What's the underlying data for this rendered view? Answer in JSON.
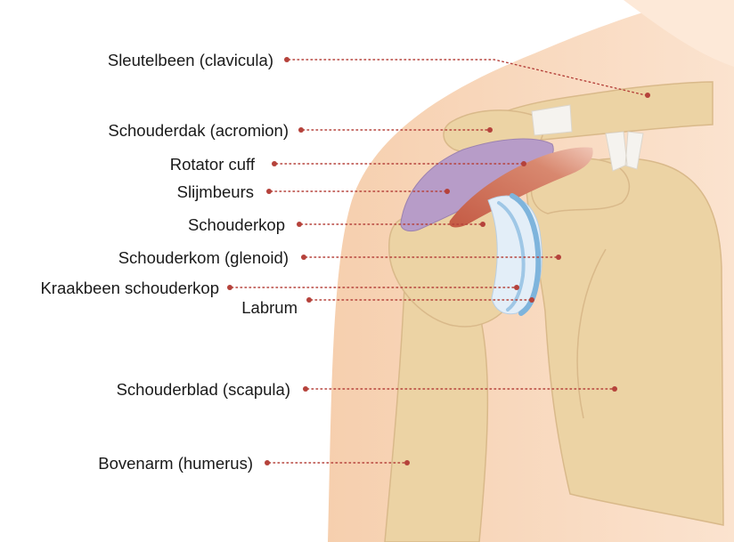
{
  "diagram": {
    "labels": [
      {
        "id": "clavicula",
        "text": "Sleutelbeen (clavicula)"
      },
      {
        "id": "acromion",
        "text": "Schouderdak (acromion)"
      },
      {
        "id": "rotator-cuff",
        "text": "Rotator cuff"
      },
      {
        "id": "slijmbeurs",
        "text": "Slijmbeurs"
      },
      {
        "id": "schouderkop",
        "text": "Schouderkop"
      },
      {
        "id": "schouderkom",
        "text": "Schouderkom (glenoid)"
      },
      {
        "id": "kraakbeen",
        "text": "Kraakbeen schouderkop"
      },
      {
        "id": "labrum",
        "text": "Labrum"
      },
      {
        "id": "scapula",
        "text": "Schouderblad (scapula)"
      },
      {
        "id": "humerus",
        "text": "Bovenarm (humerus)"
      }
    ],
    "colors": {
      "skin": "#f7d2b3",
      "bone": "#ecd3a4",
      "bone_edge": "#d9b98a",
      "bursa": "#b79cc8",
      "muscle": "#c96a55",
      "cartilage": "#e3eef8",
      "labrum": "#7eb4dc",
      "tendon": "#f5f3ef",
      "leader": "#b5423b"
    }
  }
}
